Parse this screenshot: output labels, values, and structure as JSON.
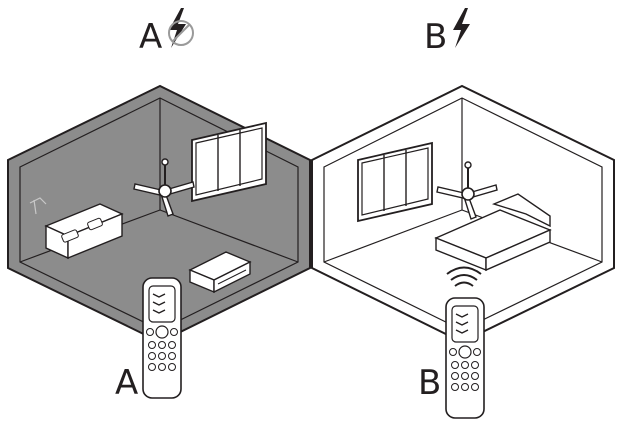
{
  "scene": {
    "label_top_a": "A",
    "label_top_b": "B",
    "label_remote_a": "A",
    "label_remote_b": "B",
    "room_a_fill": "#8c8c8c",
    "room_b_fill": "#ffffff",
    "line_color": "#231f20"
  }
}
